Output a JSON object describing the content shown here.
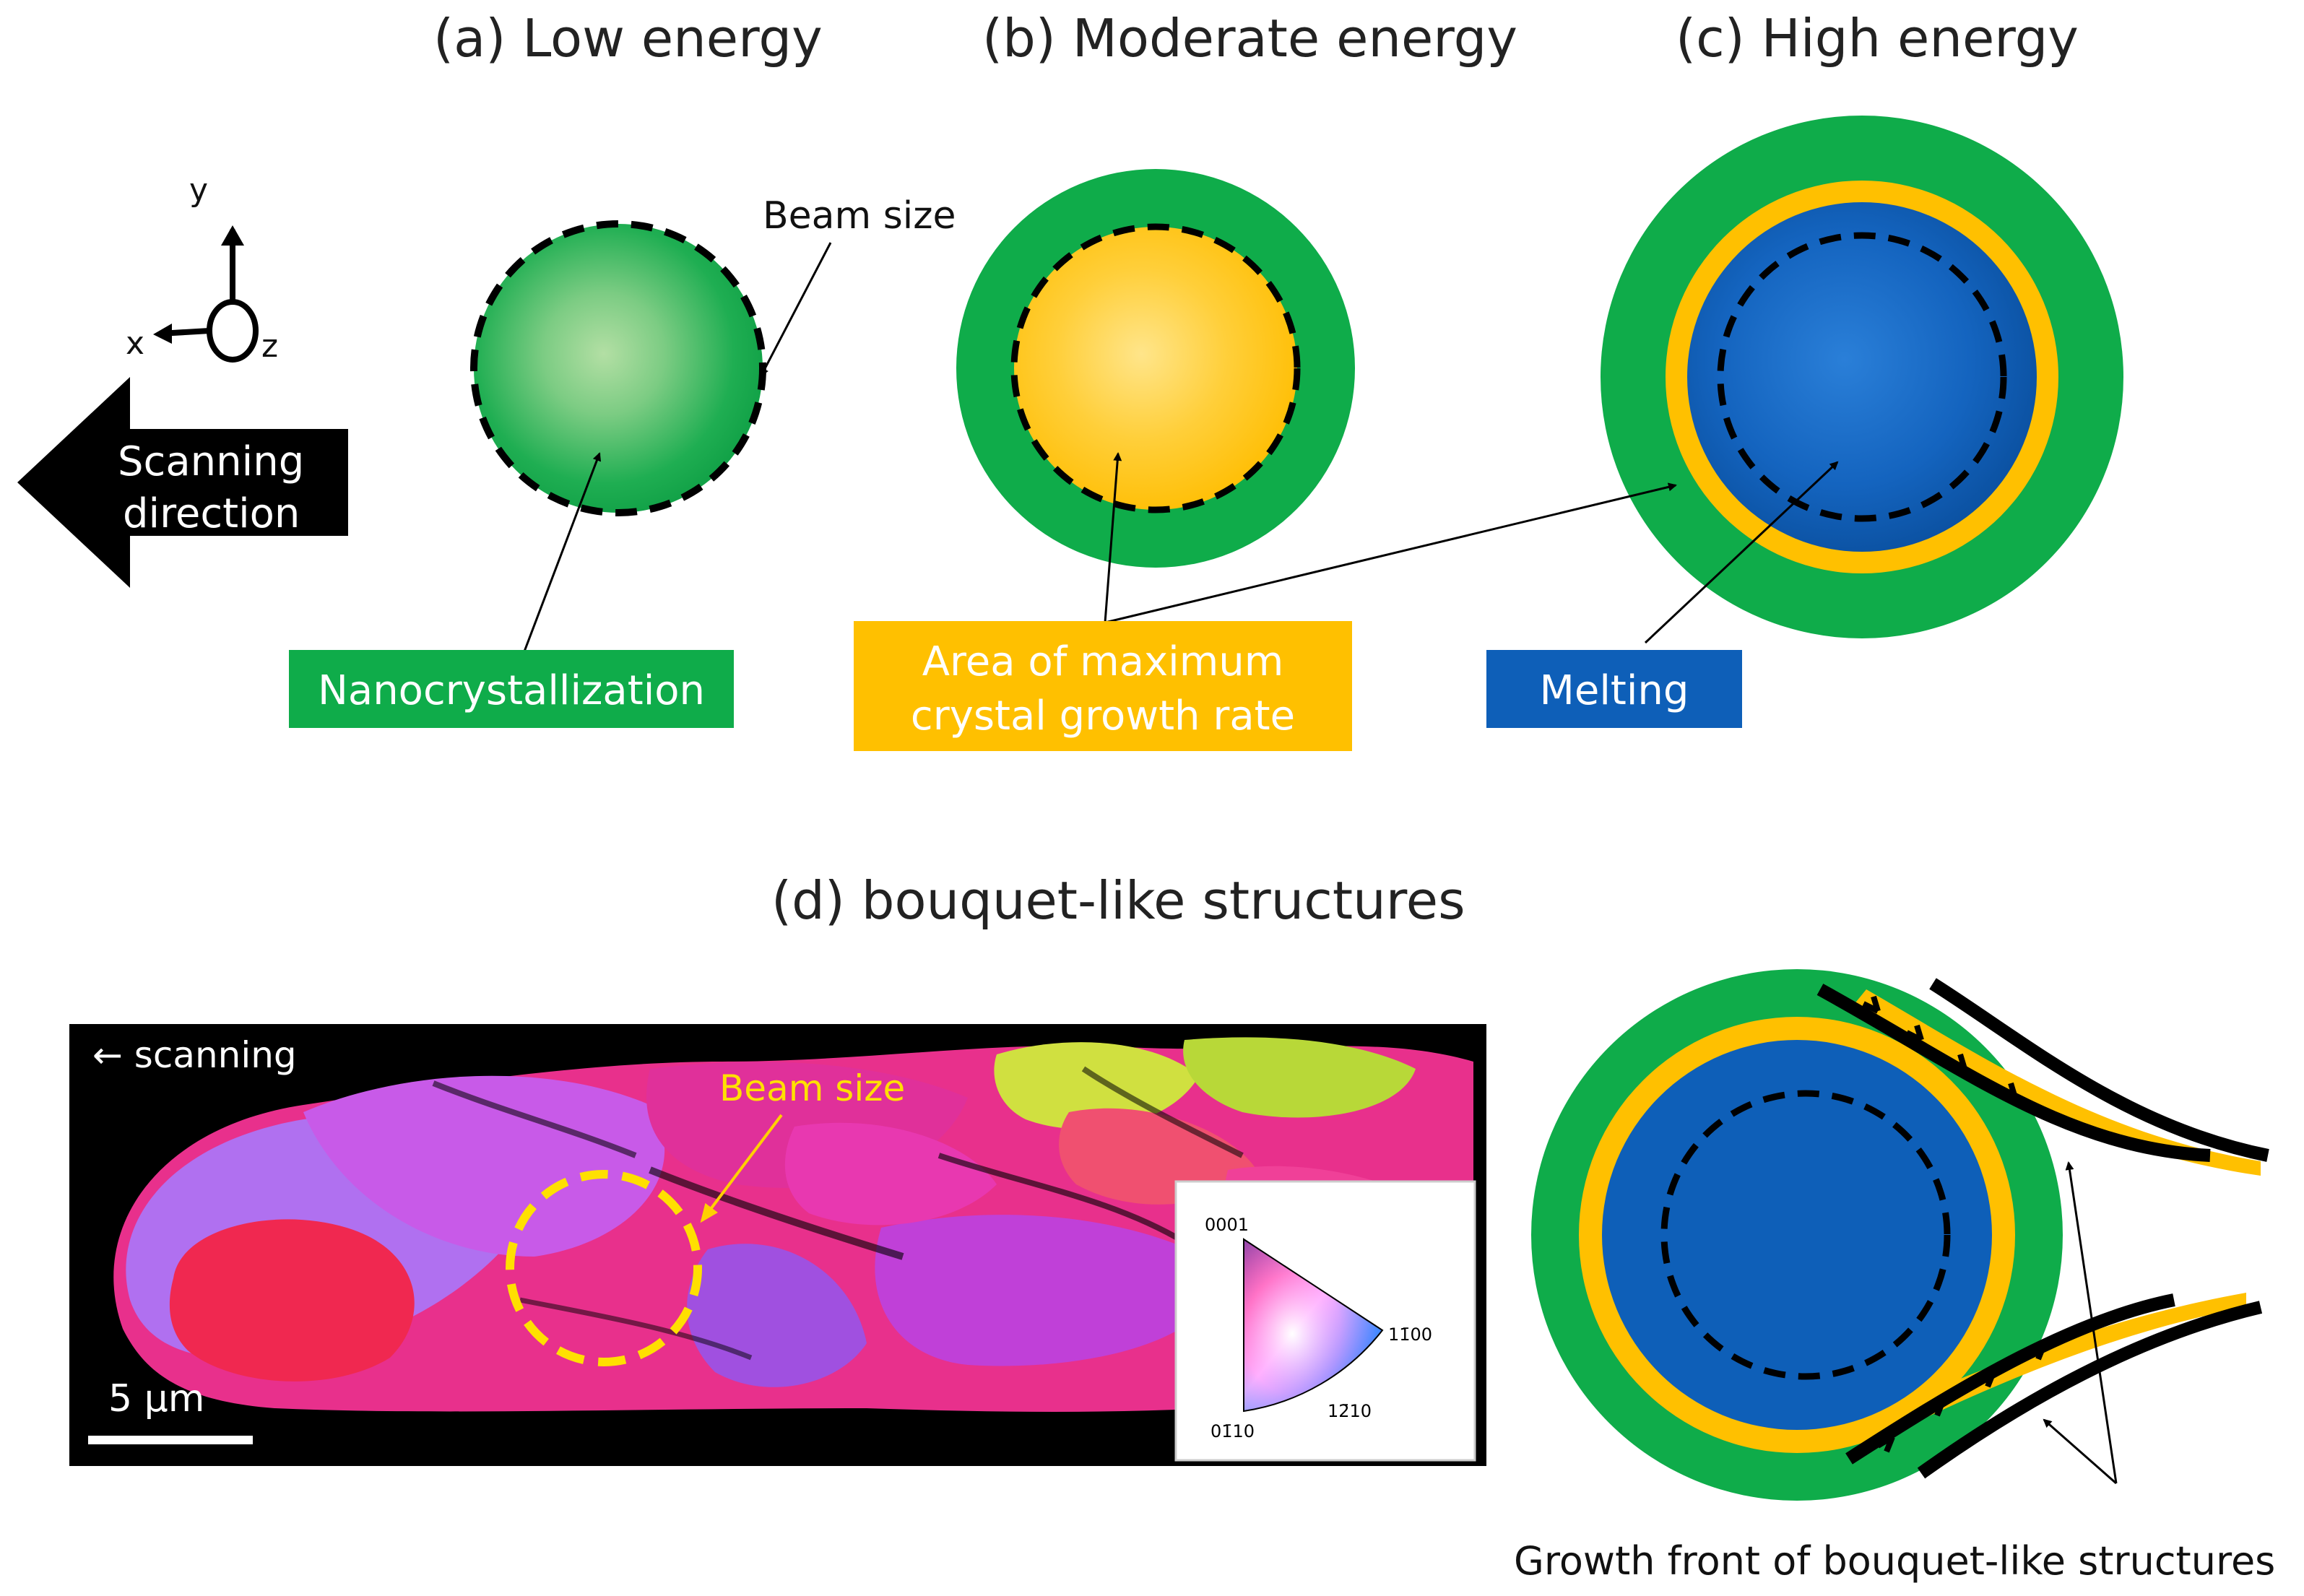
{
  "panels": {
    "a_title": "(a) Low energy",
    "b_title": "(b) Moderate energy",
    "c_title": "(c) High energy",
    "d_title": "(d) bouquet-like structures"
  },
  "axes": {
    "y": "y",
    "x": "x",
    "z": "z"
  },
  "scan_arrow": {
    "line1": "Scanning",
    "line2": "direction"
  },
  "labels": {
    "beam_size": "Beam size",
    "nanocrystallization": "Nanocrystallization",
    "max_growth_line1": "Area of maximum",
    "max_growth_line2": "crystal growth rate",
    "melting": "Melting",
    "growth_front": "Growth front of bouquet-like structures"
  },
  "ebsd": {
    "scanning": "← scanning",
    "beam_size": "Beam size",
    "scale_bar": "5 µm",
    "ipf_0001": "0001",
    "ipf_1100": "11̄00",
    "ipf_0110": "01̄10",
    "ipf_1210": "12̄10"
  },
  "colors": {
    "green": "#0fac4a",
    "orange": "#ffc000",
    "blue": "#0e5fb8",
    "black": "#000000"
  }
}
